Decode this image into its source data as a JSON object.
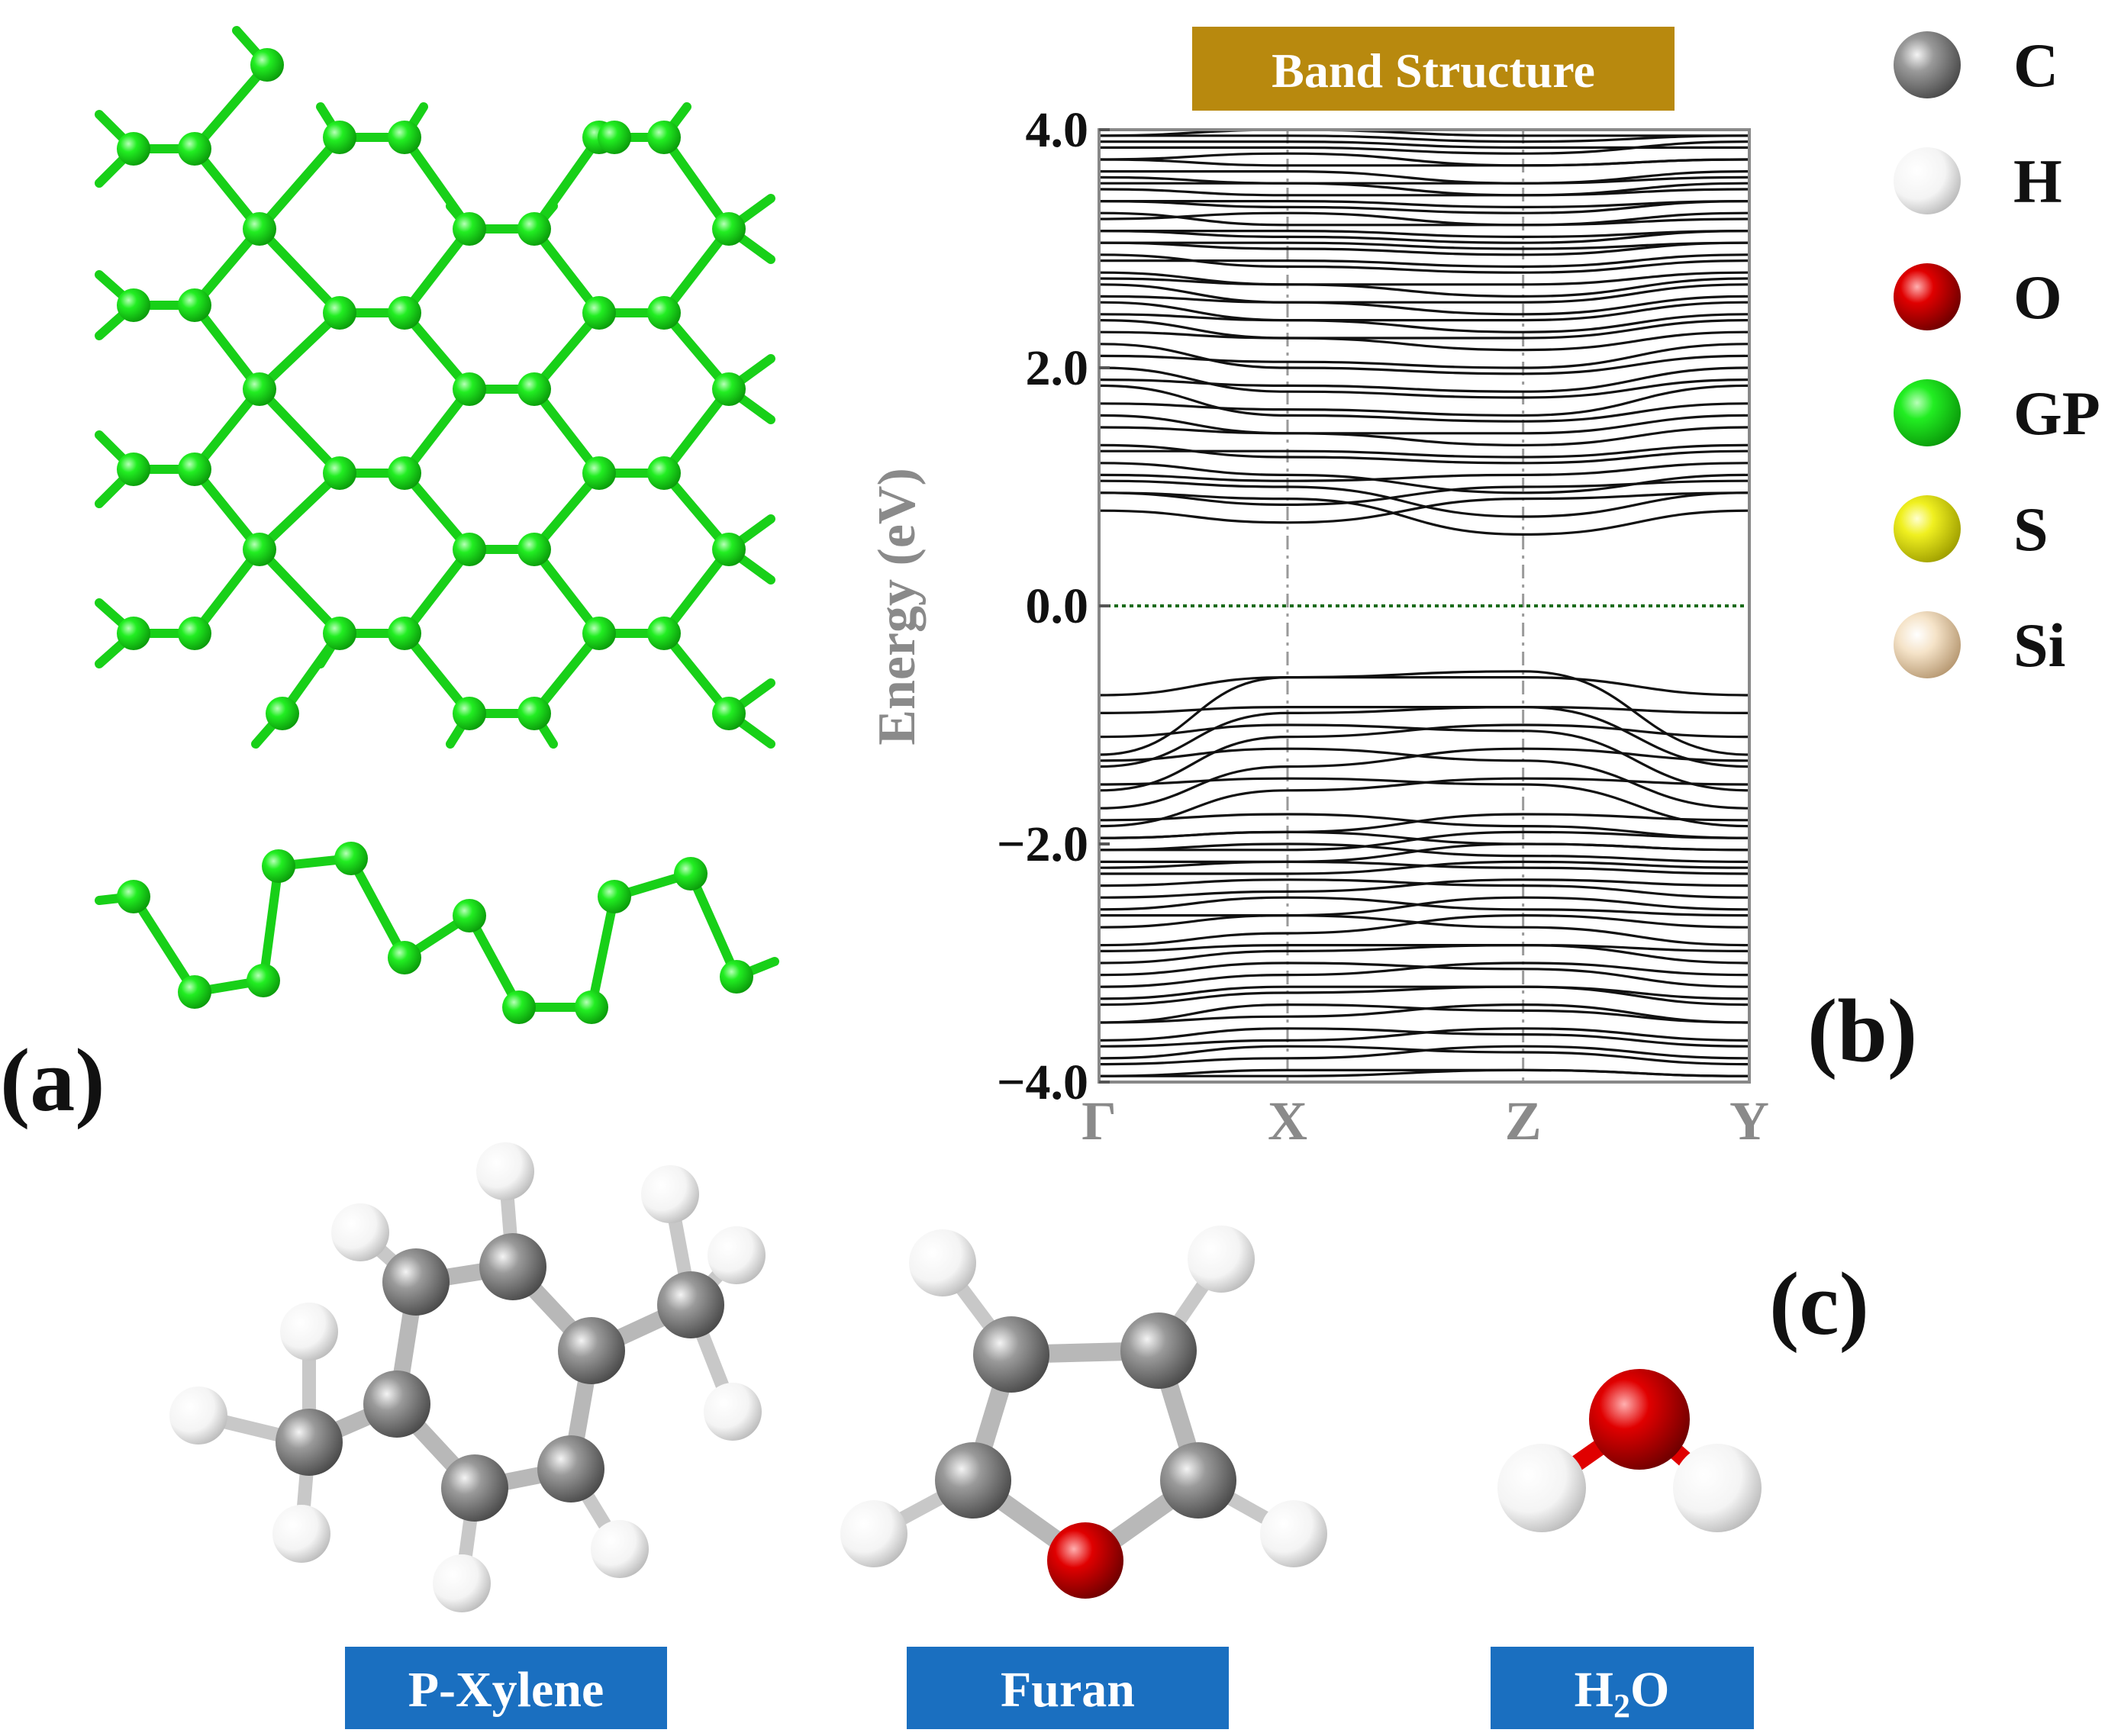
{
  "panels": {
    "a": "(a)",
    "b": "(b)",
    "c": "(c)"
  },
  "legend": [
    {
      "symbol": "C",
      "color": "#8c8c8c"
    },
    {
      "symbol": "H",
      "color": "#f2f2f2"
    },
    {
      "symbol": "O",
      "color": "#cc0000"
    },
    {
      "symbol": "GP",
      "color": "#1ee81e"
    },
    {
      "symbol": "S",
      "color": "#e8e81e"
    },
    {
      "symbol": "Si",
      "color": "#f2dcc0"
    }
  ],
  "molecules": [
    {
      "name": "P-Xylene"
    },
    {
      "name": "Furan"
    },
    {
      "name_main": "H",
      "name_sub": "2",
      "name_tail": "O"
    }
  ],
  "colors": {
    "gp": "#1ee81e",
    "bond_gp": "#17d417",
    "title_bg": "#b8890e",
    "mol_label_bg": "#1a6fc0",
    "fermi": "#1a6b1a"
  },
  "chart_data": {
    "type": "line",
    "title": "Band Structure",
    "ylabel": "Energy (eV)",
    "ylim": [
      -4.0,
      4.0
    ],
    "yticks": [
      "4.0",
      "2.0",
      "0.0",
      "−2.0",
      "−4.0"
    ],
    "ytick_values": [
      4.0,
      2.0,
      0.0,
      -2.0,
      -4.0
    ],
    "kpoints": [
      "Γ",
      "X",
      "Z",
      "Y"
    ],
    "kpoint_positions": [
      0,
      1,
      2.25,
      3.45
    ],
    "fermi_level": 0.0,
    "bands_conduction_endpoints": [
      [
        0.95,
        0.9,
        0.6,
        0.8
      ],
      [
        1.05,
        1.0,
        0.75,
        0.95
      ],
      [
        1.2,
        1.1,
        0.95,
        1.1
      ],
      [
        1.35,
        1.25,
        1.2,
        1.3
      ],
      [
        1.6,
        1.45,
        1.35,
        1.5
      ],
      [
        1.85,
        1.6,
        1.55,
        1.7
      ],
      [
        2.0,
        1.8,
        1.75,
        1.9
      ],
      [
        2.2,
        2.0,
        1.95,
        2.1
      ],
      [
        2.4,
        2.25,
        2.15,
        2.3
      ],
      [
        2.55,
        2.4,
        2.3,
        2.45
      ],
      [
        2.7,
        2.55,
        2.45,
        2.6
      ],
      [
        2.8,
        2.7,
        2.6,
        2.75
      ],
      [
        2.95,
        2.85,
        2.8,
        2.9
      ],
      [
        3.05,
        3.0,
        2.95,
        3.05
      ],
      [
        3.15,
        3.1,
        3.05,
        3.15
      ],
      [
        3.3,
        3.2,
        3.2,
        3.25
      ],
      [
        3.4,
        3.35,
        3.3,
        3.4
      ],
      [
        3.5,
        3.45,
        3.45,
        3.55
      ],
      [
        3.6,
        3.55,
        3.55,
        3.65
      ],
      [
        3.75,
        3.7,
        3.7,
        3.75
      ],
      [
        3.85,
        3.85,
        3.8,
        3.9
      ],
      [
        3.95,
        3.95,
        3.9,
        3.95
      ]
    ],
    "bands_valence_endpoints": [
      [
        -0.75,
        -0.6,
        -0.55,
        -1.25
      ],
      [
        -0.9,
        -0.85,
        -0.85,
        -1.35
      ],
      [
        -1.1,
        -1.0,
        -1.05,
        -1.55
      ],
      [
        -1.3,
        -1.2,
        -1.3,
        -1.7
      ],
      [
        -1.5,
        -1.45,
        -1.5,
        -1.85
      ],
      [
        -1.8,
        -1.75,
        -1.85,
        -1.95
      ],
      [
        -1.95,
        -1.9,
        -2.0,
        -2.05
      ],
      [
        -2.05,
        -2.0,
        -2.1,
        -2.15
      ],
      [
        -2.2,
        -2.15,
        -2.2,
        -2.25
      ],
      [
        -2.35,
        -2.3,
        -2.35,
        -2.45
      ],
      [
        -2.55,
        -2.45,
        -2.55,
        -2.6
      ],
      [
        -2.7,
        -2.6,
        -2.7,
        -2.85
      ],
      [
        -2.9,
        -2.85,
        -2.85,
        -3.0
      ],
      [
        -3.1,
        -3.0,
        -3.05,
        -3.2
      ],
      [
        -3.3,
        -3.2,
        -3.2,
        -3.35
      ],
      [
        -3.5,
        -3.35,
        -3.4,
        -3.5
      ],
      [
        -3.65,
        -3.55,
        -3.6,
        -3.7
      ],
      [
        -3.8,
        -3.7,
        -3.75,
        -3.85
      ],
      [
        -3.95,
        -3.9,
        -3.9,
        -3.95
      ]
    ]
  }
}
